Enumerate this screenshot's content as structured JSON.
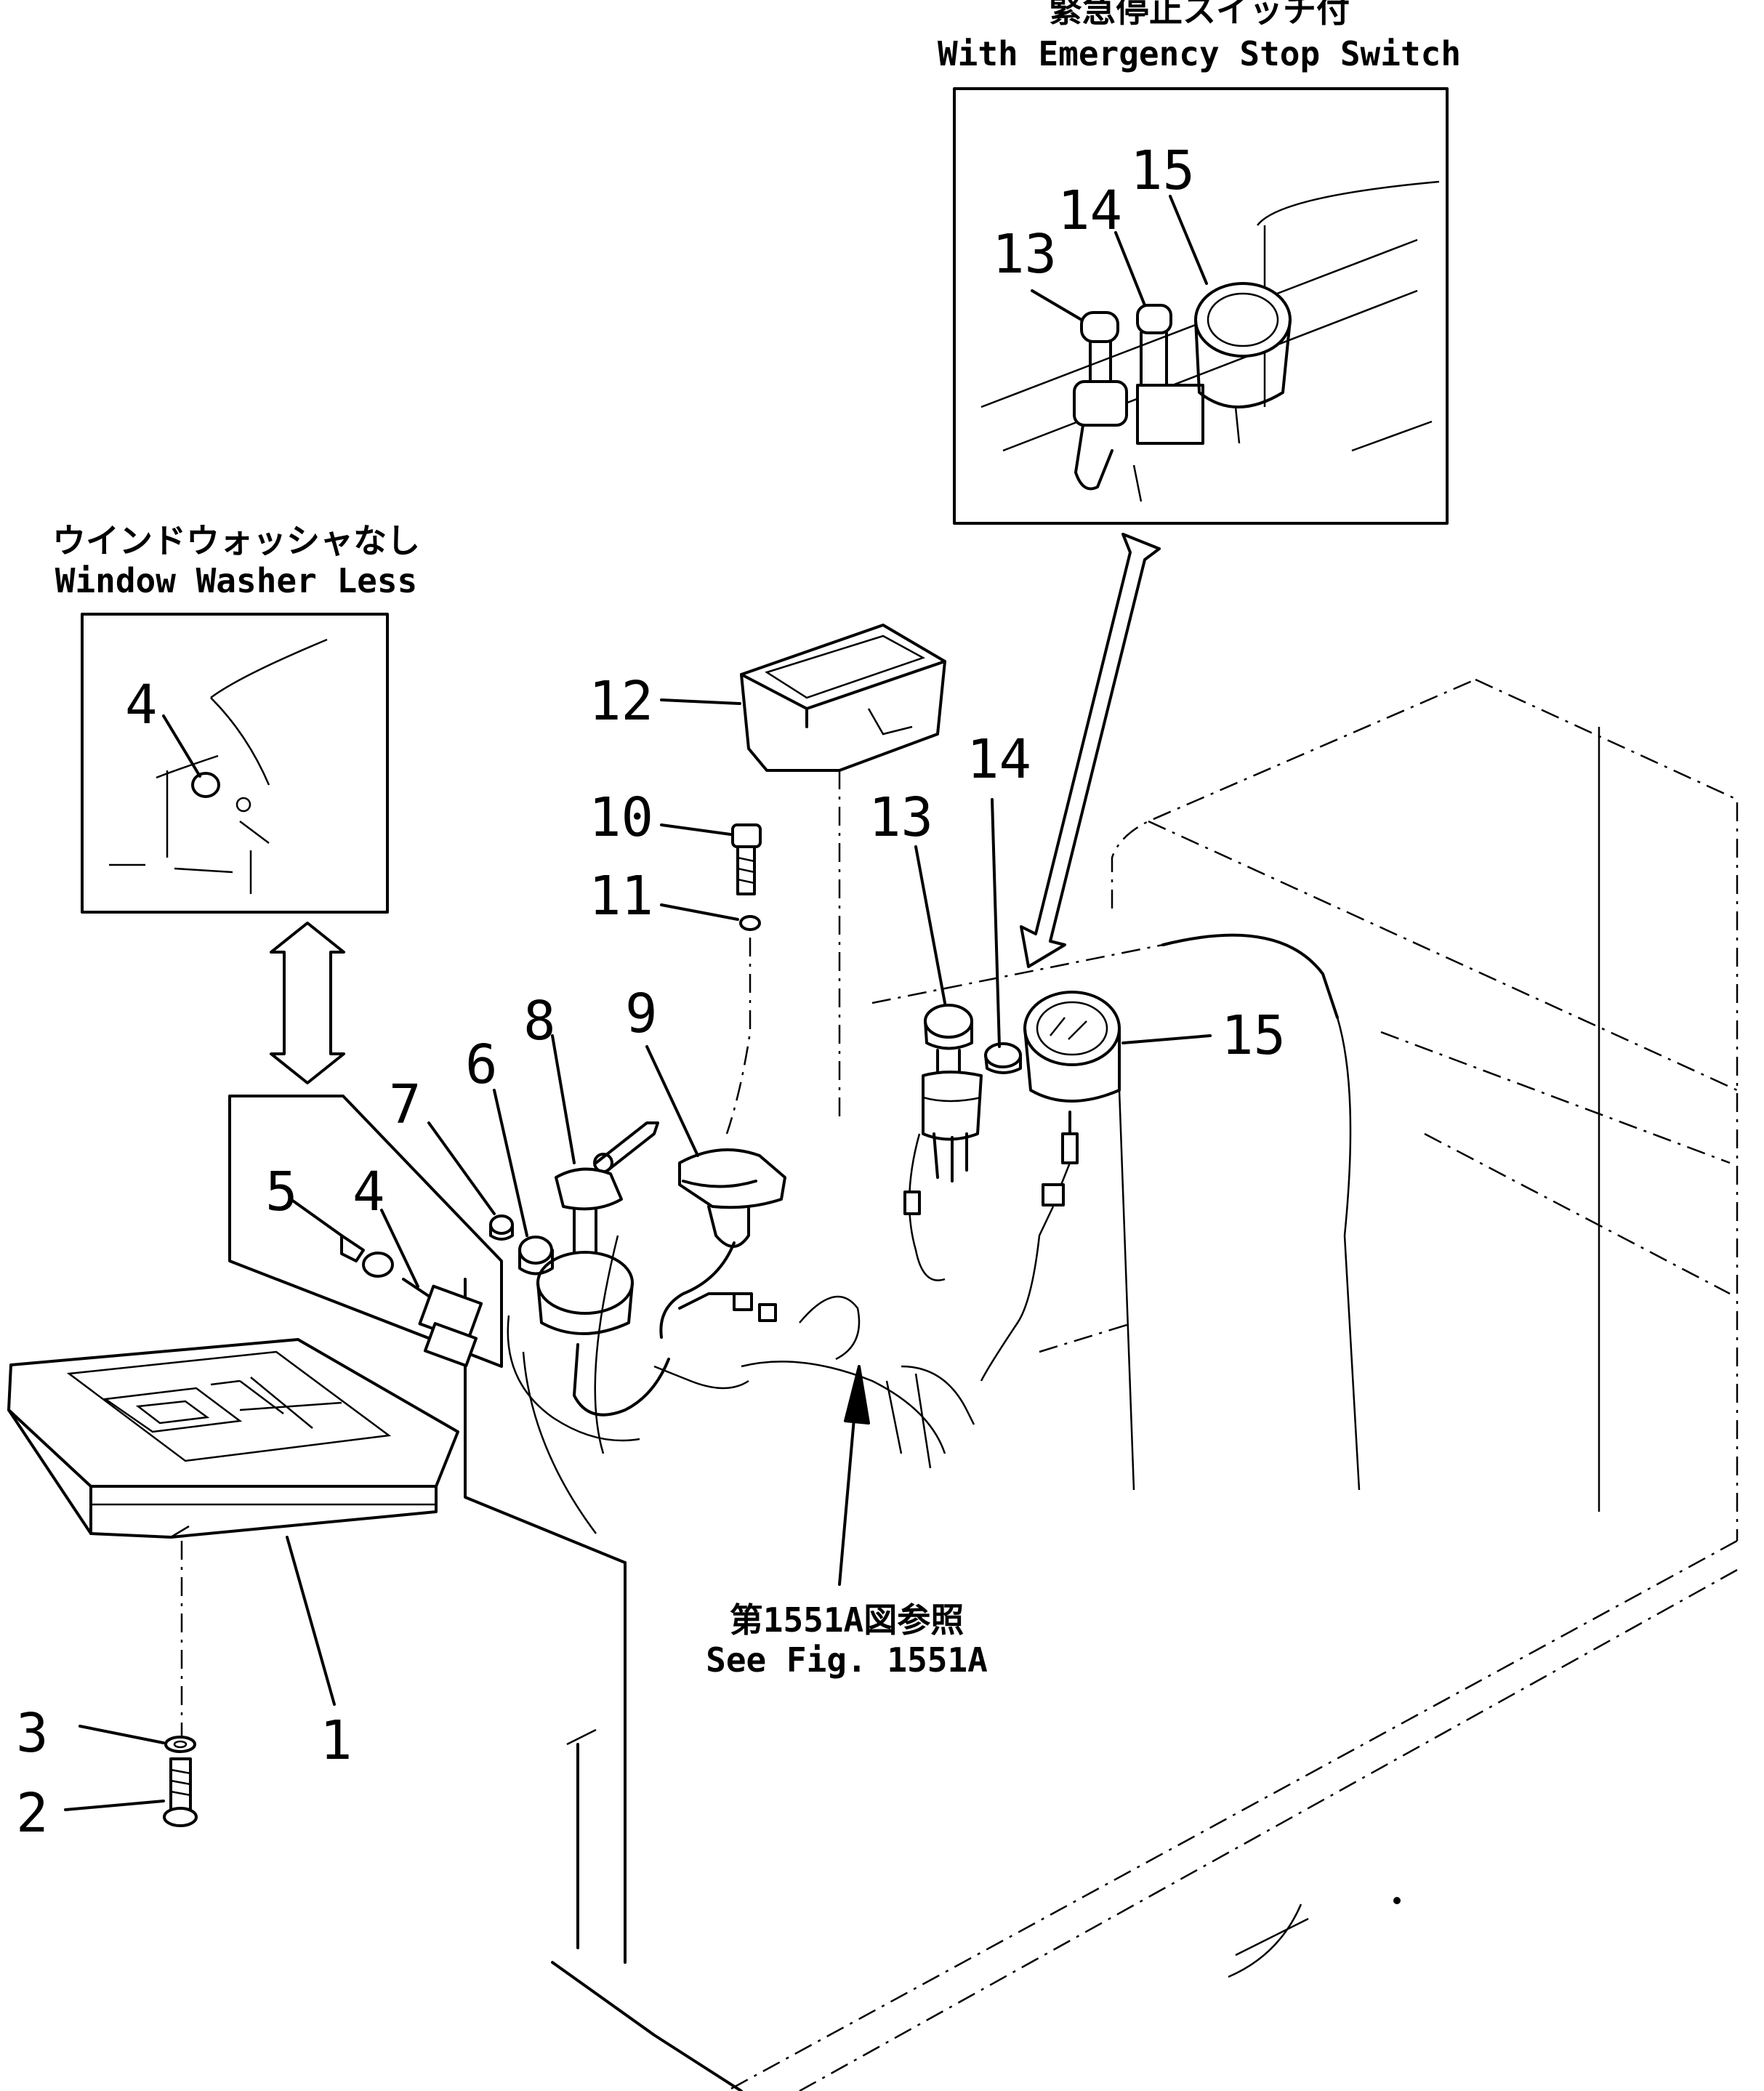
{
  "captions": {
    "emergency_jp": "緊急停止スイッチ付",
    "emergency_en": "With Emergency Stop Switch",
    "washer_jp": "ウインドウォッシャなし",
    "washer_en": "Window Washer Less",
    "ref_jp": "第1551A図参照",
    "ref_en": "See Fig. 1551A"
  },
  "callouts": {
    "c1": "1",
    "c2": "2",
    "c3": "3",
    "c4": "4",
    "c4b": "4",
    "c5": "5",
    "c6": "6",
    "c7": "7",
    "c8": "8",
    "c9": "9",
    "c10": "10",
    "c11": "11",
    "c12": "12",
    "c13": "13",
    "c13b": "13",
    "c14": "14",
    "c14b": "14",
    "c15": "15",
    "c15b": "15"
  }
}
